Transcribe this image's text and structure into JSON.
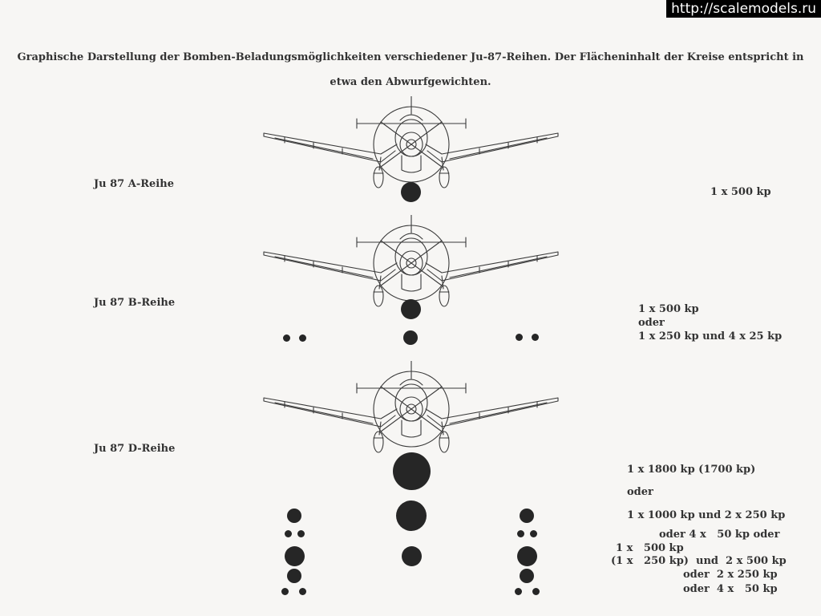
{
  "watermark": "http://scalemodels.ru",
  "title": {
    "line1": "Graphische Darstellung der Bomben-Beladungsmöglichkeiten verschiedener Ju-87-Reihen. Der Flächeninhalt der Kreise entspricht in",
    "line2": "etwa den Abwurfgewichten."
  },
  "series": [
    {
      "label": "Ju 87 A-Reihe",
      "loads": [
        "1 x 500 kp"
      ]
    },
    {
      "label": "Ju 87 B-Reihe",
      "loads": [
        "1 x 500 kp",
        "oder",
        "1 x 250 kp und 4 x 25 kp"
      ]
    },
    {
      "label": "Ju 87 D-Reihe",
      "loads": [
        "1 x 1800 kp (1700 kp)",
        "oder",
        "1 x 1000 kp und 2 x 250 kp",
        "oder 4 x   50 kp oder",
        "1 x   500 kp",
        "(1 x   250 kp)  und  2 x 500 kp",
        "oder  2 x 250 kp",
        "oder  4 x   50 kp"
      ]
    }
  ],
  "colors": {
    "bomb": "#262626",
    "line": "#3a3a3a",
    "background": "#f7f6f4"
  }
}
